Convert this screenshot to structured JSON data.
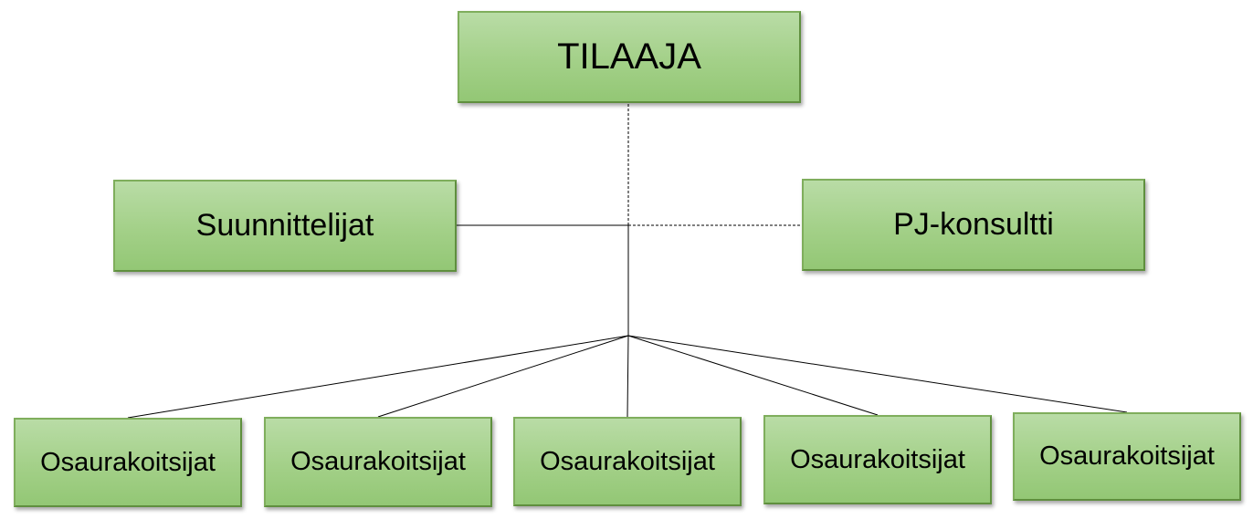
{
  "diagram": {
    "top": {
      "label": "TILAAJA"
    },
    "left": {
      "label": "Suunnittelijat"
    },
    "right": {
      "label": "PJ-konsultti"
    },
    "subcontractors": [
      {
        "label": "Osaurakoitsijat"
      },
      {
        "label": "Osaurakoitsijat"
      },
      {
        "label": "Osaurakoitsijat"
      },
      {
        "label": "Osaurakoitsijat"
      },
      {
        "label": "Osaurakoitsijat"
      }
    ],
    "colors": {
      "box_fill_top": "#b9dca6",
      "box_fill_bottom": "#93c775",
      "box_border": "#6e9e4c",
      "line": "#000000"
    }
  }
}
